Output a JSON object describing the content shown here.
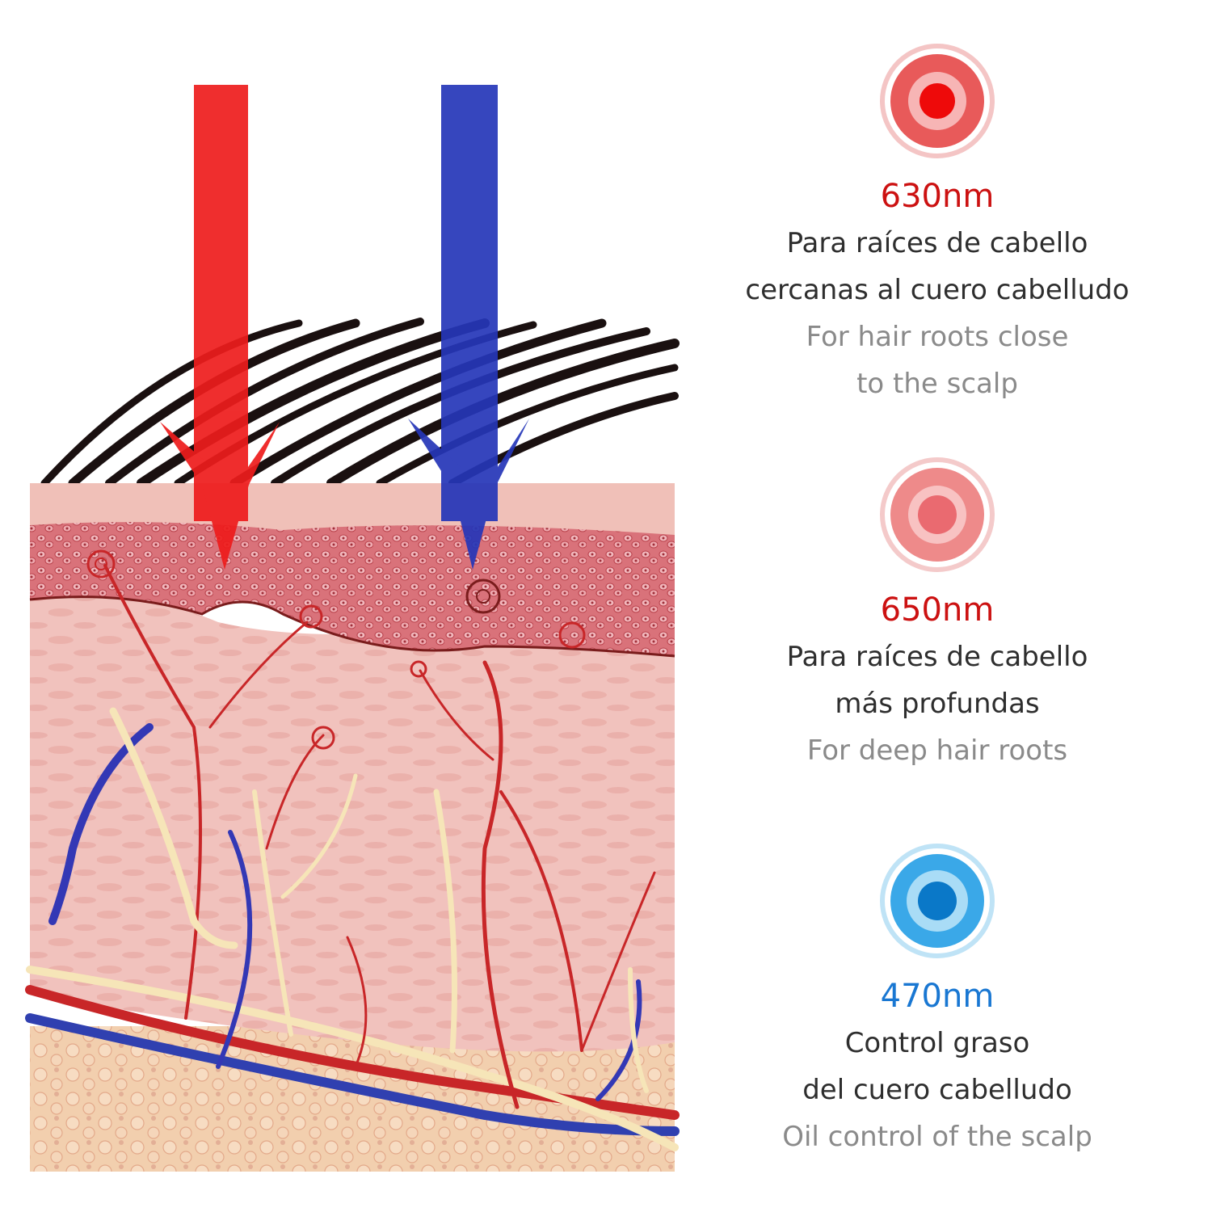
{
  "colors": {
    "red": "#cc1111",
    "blue": "#1977d2",
    "arrow_red": "#ee1c1c",
    "arrow_blue": "#2536b8"
  },
  "items": [
    {
      "wavelength": "630nm",
      "es_line1": "Para raíces de cabello",
      "es_line2": "cercanas al cuero cabelludo",
      "en_line1": "For hair roots close",
      "en_line2": "to the scalp"
    },
    {
      "wavelength": "650nm",
      "es_line1": "Para raíces de cabello",
      "es_line2": "más profundas",
      "en_line1": "For deep hair roots"
    },
    {
      "wavelength": "470nm",
      "es_line1": "Control graso",
      "es_line2": "del cuero cabelludo",
      "en_line1": "Oil control of the scalp"
    }
  ]
}
